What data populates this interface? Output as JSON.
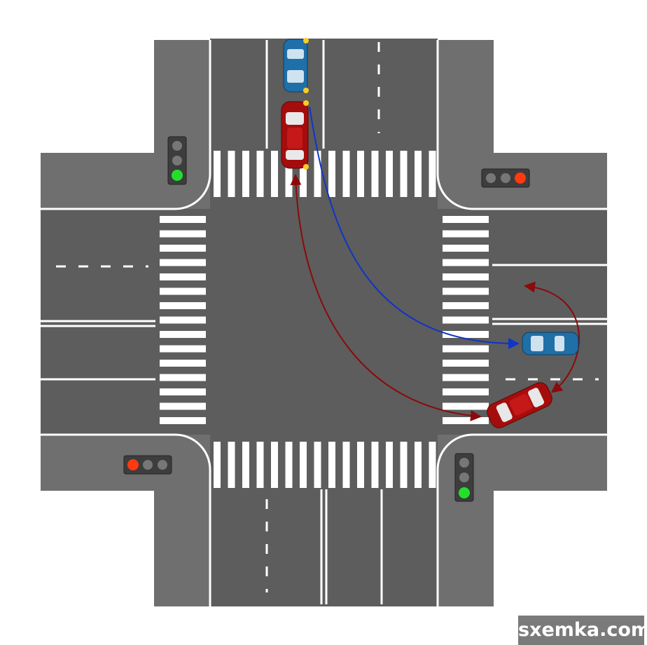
{
  "watermark": "sxemka.com",
  "colors": {
    "sidewalk": "#6f6f6f",
    "road": "#5d5d5d",
    "marking": "#ffffff",
    "blue_car": "#1f6fa8",
    "red_car": "#a50d0d",
    "blue_path": "#1034c8",
    "red_path": "#8b0a0a",
    "light_red": "#ff3a10",
    "light_green": "#22e02a"
  },
  "traffic_lights": [
    {
      "position": "top-left",
      "state": "green"
    },
    {
      "position": "top-right",
      "state": "red"
    },
    {
      "position": "bottom-left",
      "state": "red"
    },
    {
      "position": "bottom-right",
      "state": "green"
    }
  ]
}
